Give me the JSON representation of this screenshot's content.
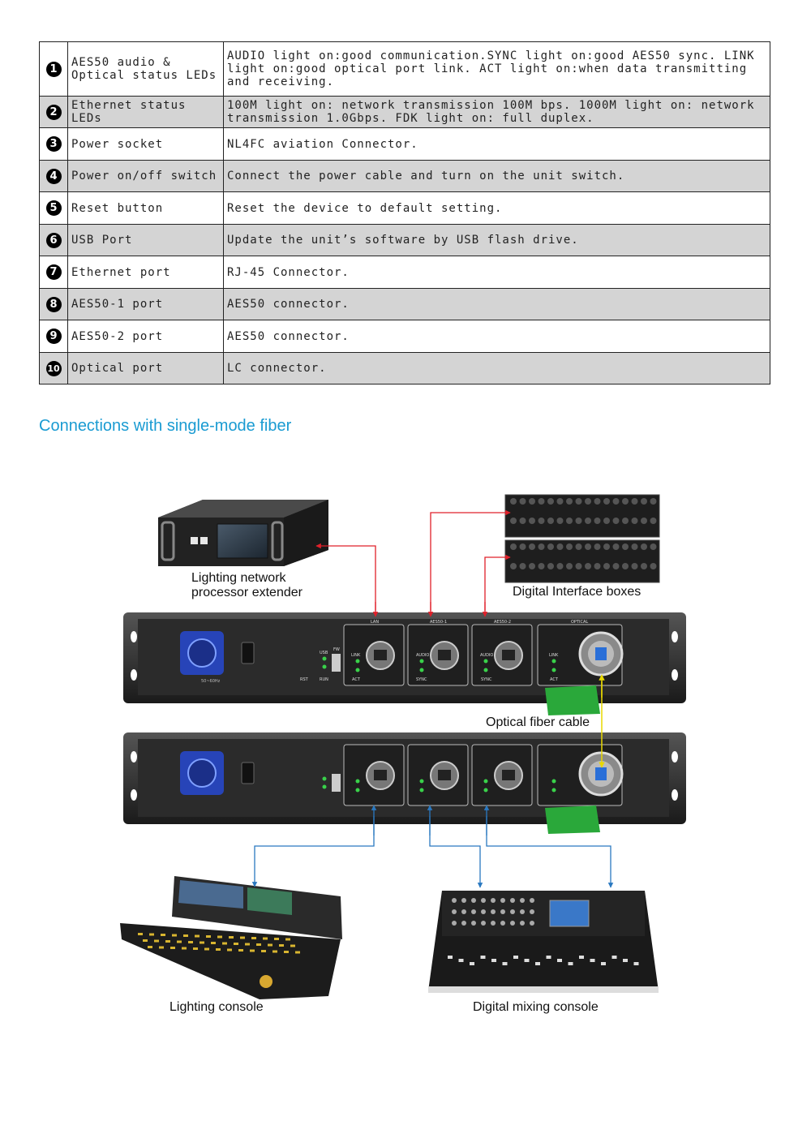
{
  "table": {
    "rows": [
      {
        "num": "1",
        "name": "AES50 audio & Optical status LEDs",
        "desc": "AUDIO light on:good communication.SYNC light on:good AES50 sync. LINK light on:good optical port link. ACT light on:when data transmitting and receiving."
      },
      {
        "num": "2",
        "name": "Ethernet status LEDs",
        "desc": "100M light on: network transmission 100M bps. 1000M light on: network transmission 1.0Gbps. FDK light on: full duplex."
      },
      {
        "num": "3",
        "name": "Power socket",
        "desc": "NL4FC aviation Connector."
      },
      {
        "num": "4",
        "name": "Power on/off switch",
        "desc": "Connect the power cable and turn on the unit switch."
      },
      {
        "num": "5",
        "name": "Reset button",
        "desc": "Reset the device to default setting."
      },
      {
        "num": "6",
        "name": "USB Port",
        "desc": "Update the unit’s software by USB flash drive."
      },
      {
        "num": "7",
        "name": "Ethernet port",
        "desc": "RJ-45 Connector."
      },
      {
        "num": "8",
        "name": "AES50-1 port",
        "desc": "AES50 connector."
      },
      {
        "num": "9",
        "name": "AES50-2 port",
        "desc": "AES50 connector."
      },
      {
        "num": "10",
        "name": "Optical port",
        "desc": "LC connector."
      }
    ]
  },
  "section": {
    "title": "Connections with single-mode fiber"
  },
  "diagram": {
    "captions": {
      "processor_line1": "Lighting network",
      "processor_line2": "processor extender",
      "interface_boxes": "Digital Interface boxes",
      "fiber": "Optical fiber cable",
      "lighting_console": "Lighting console",
      "mixing_console": "Digital mixing console"
    },
    "panel": {
      "lan": "LAN",
      "aes1": "AES50-1",
      "aes2": "AES50-2",
      "optical": "OPTICAL",
      "usb": "USB",
      "fw": "FW",
      "rst": "RST",
      "run": "RUN",
      "link": "LINK",
      "act": "ACT",
      "audio": "AUDIO",
      "sync": "SYNC",
      "freq": "50~60Hz"
    },
    "colors": {
      "red": "#e0202a",
      "blue": "#2a78c0",
      "yellow": "#e8d800",
      "accent": "#1a9bd2"
    }
  }
}
